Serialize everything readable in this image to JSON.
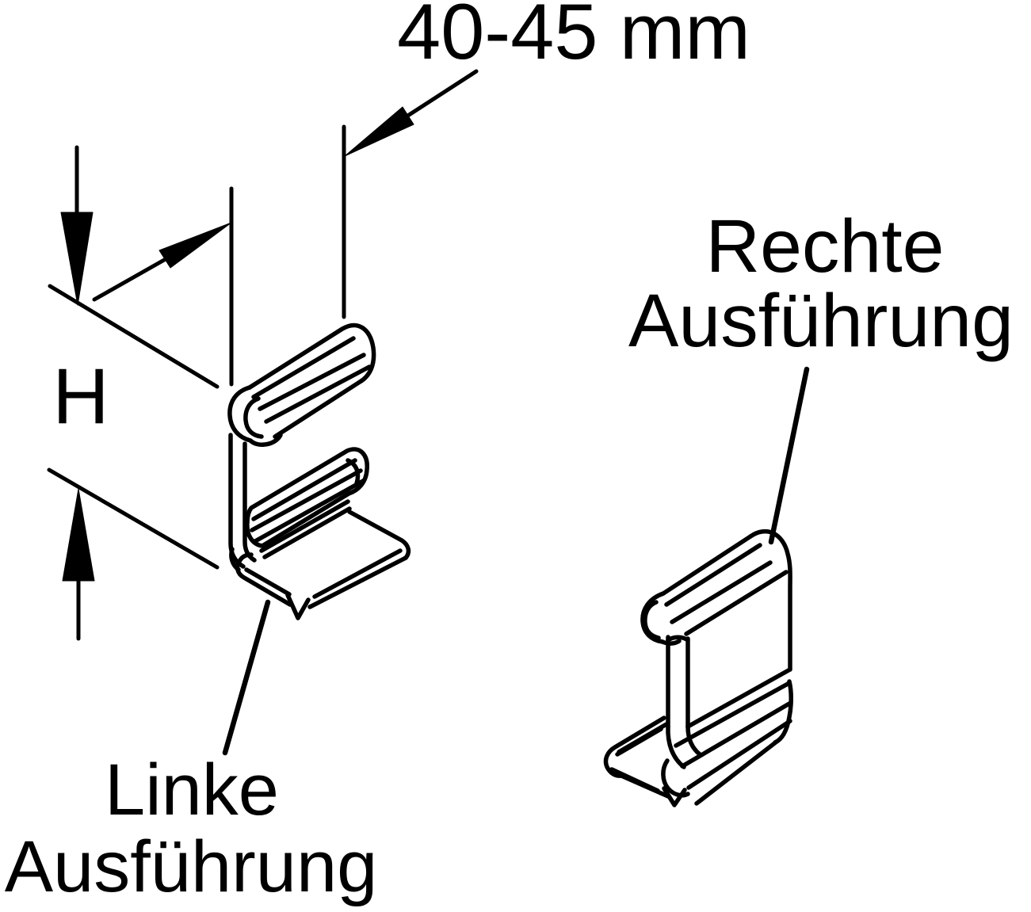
{
  "drawing": {
    "type": "isometric technical line drawing, black on white",
    "dimensions": {
      "width_label": "40-45 mm",
      "height_label": "H"
    },
    "variants": {
      "left": {
        "line1": "Linke",
        "line2": "Ausführung"
      },
      "right": {
        "line1": "Rechte",
        "line2": "Ausführung"
      }
    },
    "colors": {
      "line": "#000000",
      "background": "#ffffff"
    }
  }
}
